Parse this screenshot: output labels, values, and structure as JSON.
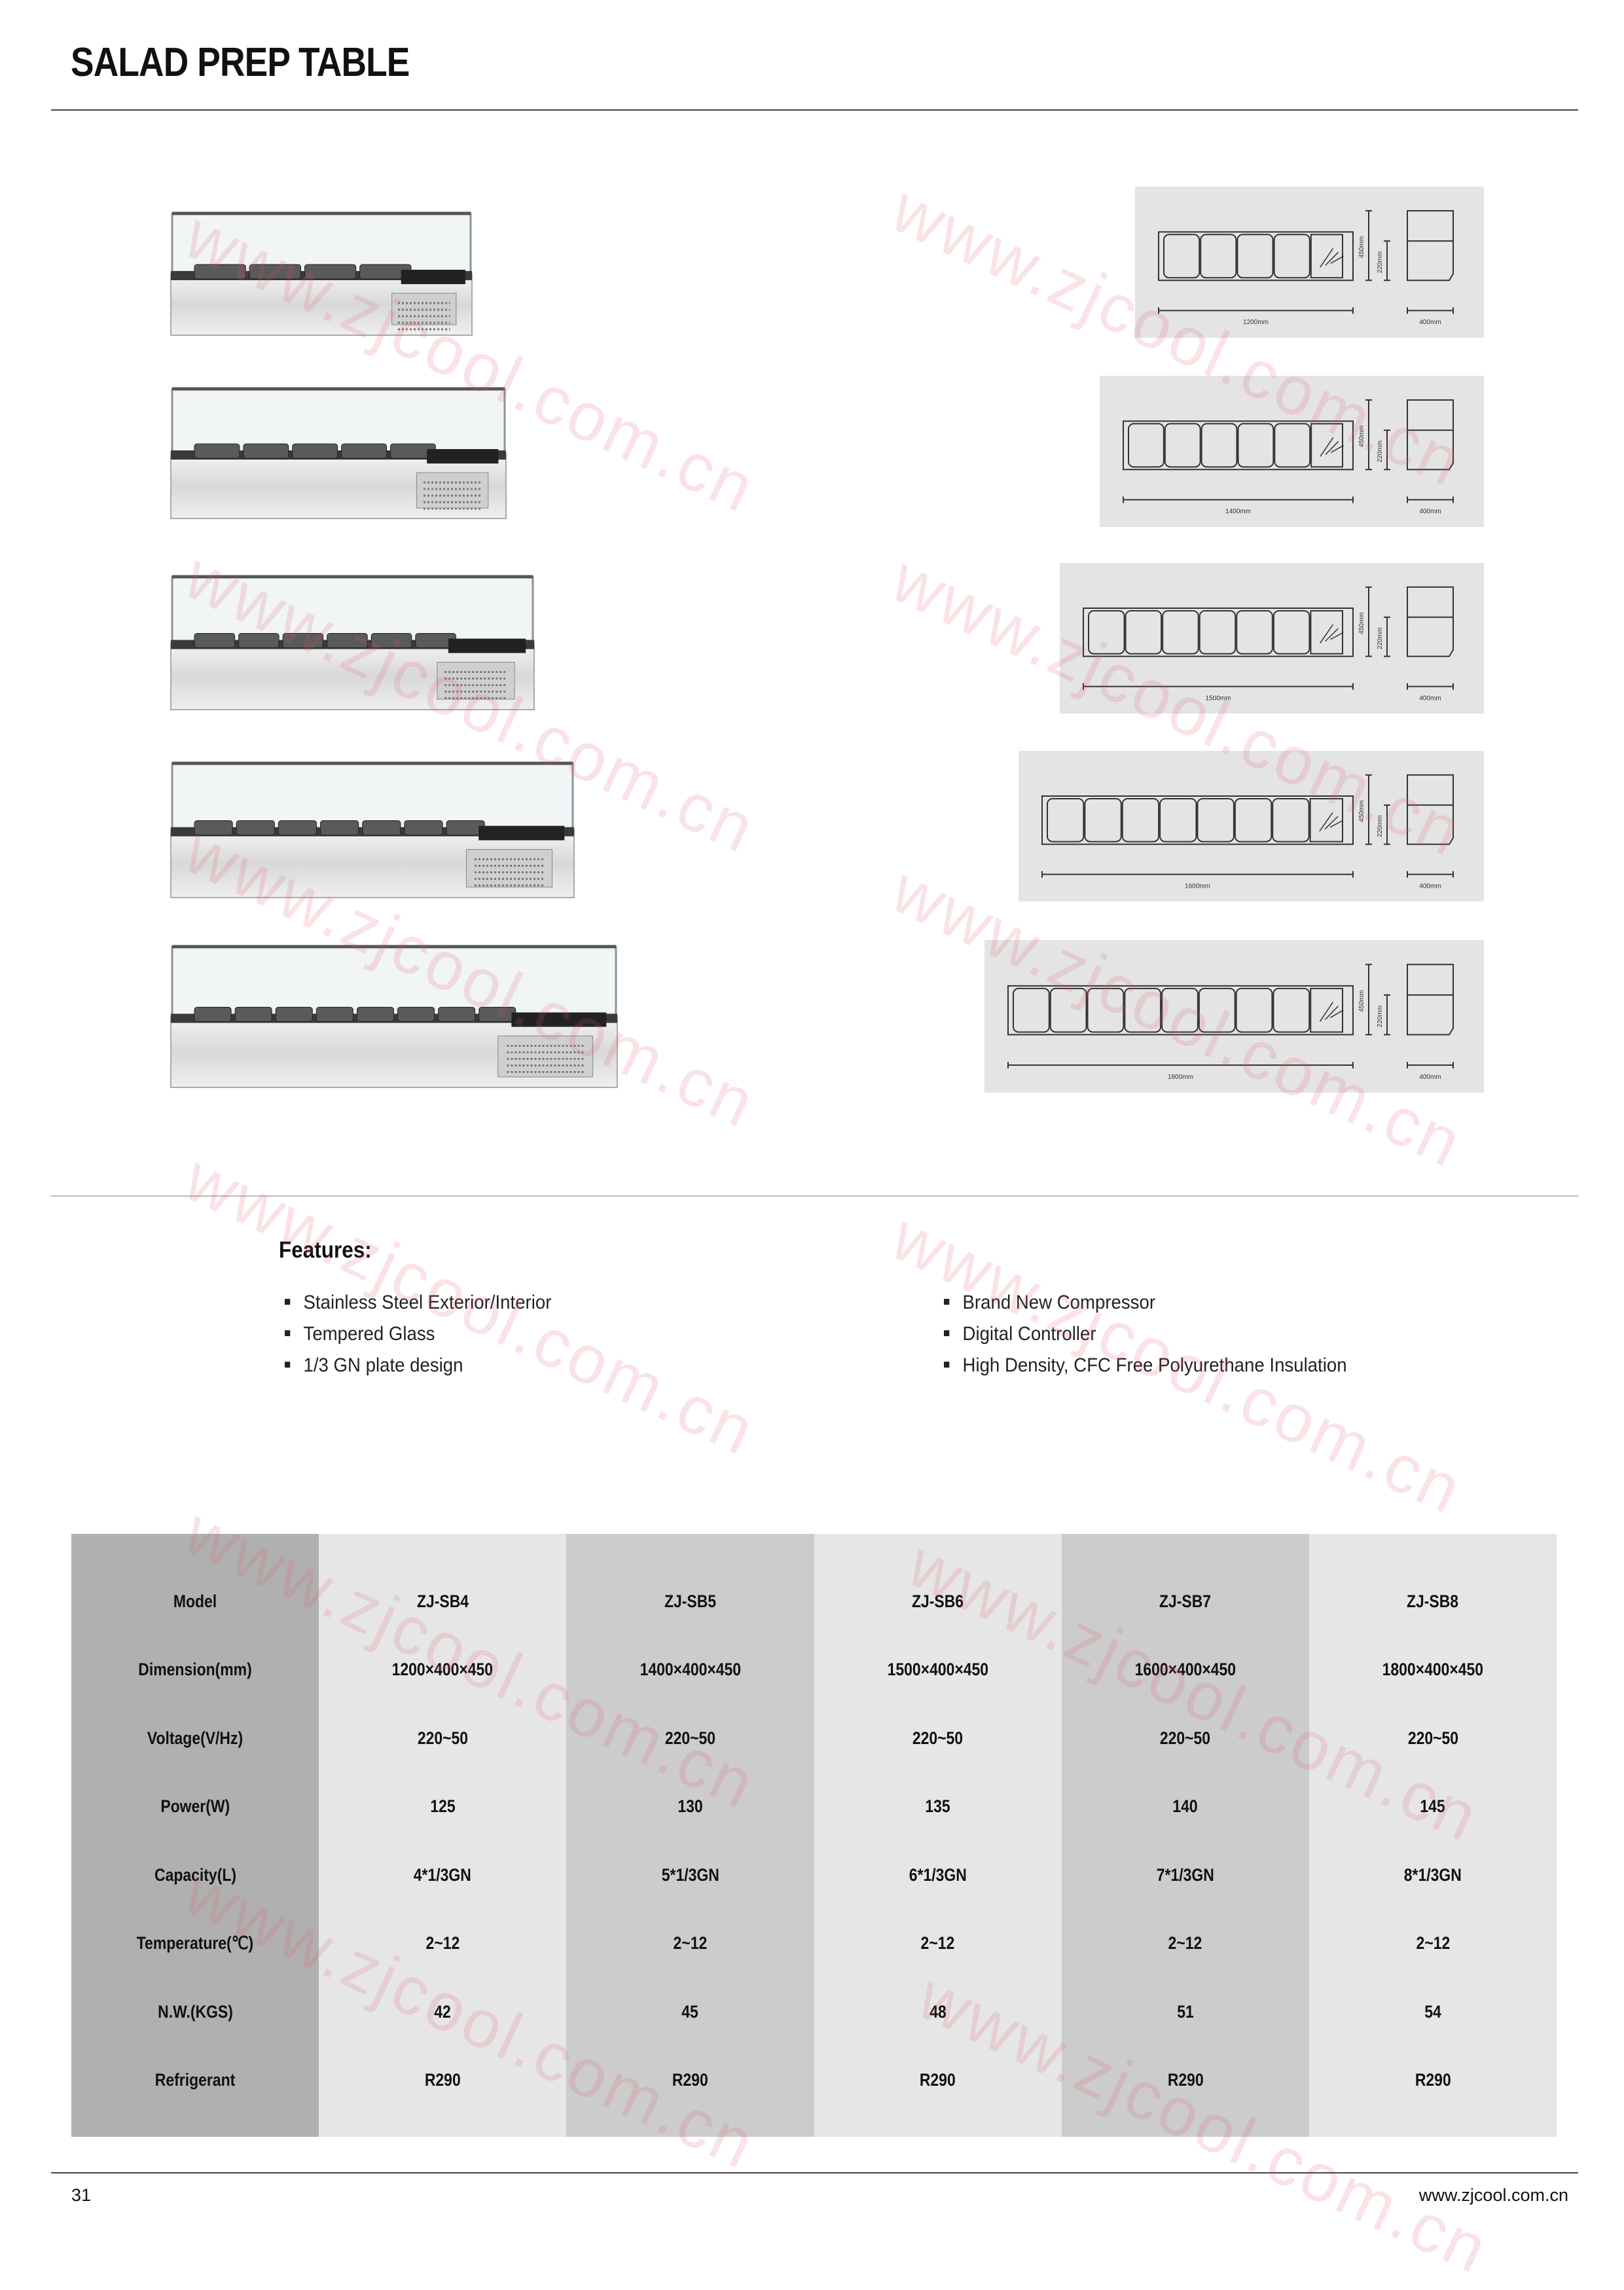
{
  "title": "SALAD PREP TABLE",
  "drawings": [
    {
      "model": "ZJ-SB4",
      "pans": 4,
      "length_label": "1200mm",
      "depth_label": "400mm",
      "height_label": "450mm",
      "base_label": "220mm"
    },
    {
      "model": "ZJ-SB5",
      "pans": 5,
      "length_label": "1400mm",
      "depth_label": "400mm",
      "height_label": "450mm",
      "base_label": "220mm"
    },
    {
      "model": "ZJ-SB6",
      "pans": 6,
      "length_label": "1500mm",
      "depth_label": "400mm",
      "height_label": "450mm",
      "base_label": "220mm"
    },
    {
      "model": "ZJ-SB7",
      "pans": 7,
      "length_label": "1600mm",
      "depth_label": "400mm",
      "height_label": "450mm",
      "base_label": "220mm"
    },
    {
      "model": "ZJ-SB8",
      "pans": 8,
      "length_label": "1800mm",
      "depth_label": "400mm",
      "height_label": "450mm",
      "base_label": "220mm"
    }
  ],
  "features": {
    "title": "Features:",
    "left": [
      "Stainless Steel Exterior/Interior",
      "Tempered Glass",
      "1/3 GN plate design"
    ],
    "right": [
      "Brand  New  Compressor",
      "Digital Controller",
      "High Density, CFC Free Polyurethane Insulation"
    ]
  },
  "spec_table": {
    "row_labels": [
      "Model",
      "Dimension(mm)",
      "Voltage(V/Hz)",
      "Power(W)",
      "Capacity(L)",
      "Temperature(℃)",
      "N.W.(KGS)",
      "Refrigerant"
    ],
    "columns": [
      [
        "ZJ-SB4",
        "1200×400×450",
        "220~50",
        "125",
        "4*1/3GN",
        "2~12",
        "42",
        "R290"
      ],
      [
        "ZJ-SB5",
        "1400×400×450",
        "220~50",
        "130",
        "5*1/3GN",
        "2~12",
        "45",
        "R290"
      ],
      [
        "ZJ-SB6",
        "1500×400×450",
        "220~50",
        "135",
        "6*1/3GN",
        "2~12",
        "48",
        "R290"
      ],
      [
        "ZJ-SB7",
        "1600×400×450",
        "220~50",
        "140",
        "7*1/3GN",
        "2~12",
        "51",
        "R290"
      ],
      [
        "ZJ-SB8",
        "1800×400×450",
        "220~50",
        "145",
        "8*1/3GN",
        "2~12",
        "54",
        "R290"
      ]
    ]
  },
  "colors": {
    "label_col": "#b0b0b0",
    "light_col": "#e6e6e6",
    "dark_col": "#cccccc",
    "watermark": "#e15a64"
  },
  "watermark": "www.zjcool.com.cn",
  "footer": {
    "page_number": "31",
    "url": "www.zjcool.com.cn"
  }
}
